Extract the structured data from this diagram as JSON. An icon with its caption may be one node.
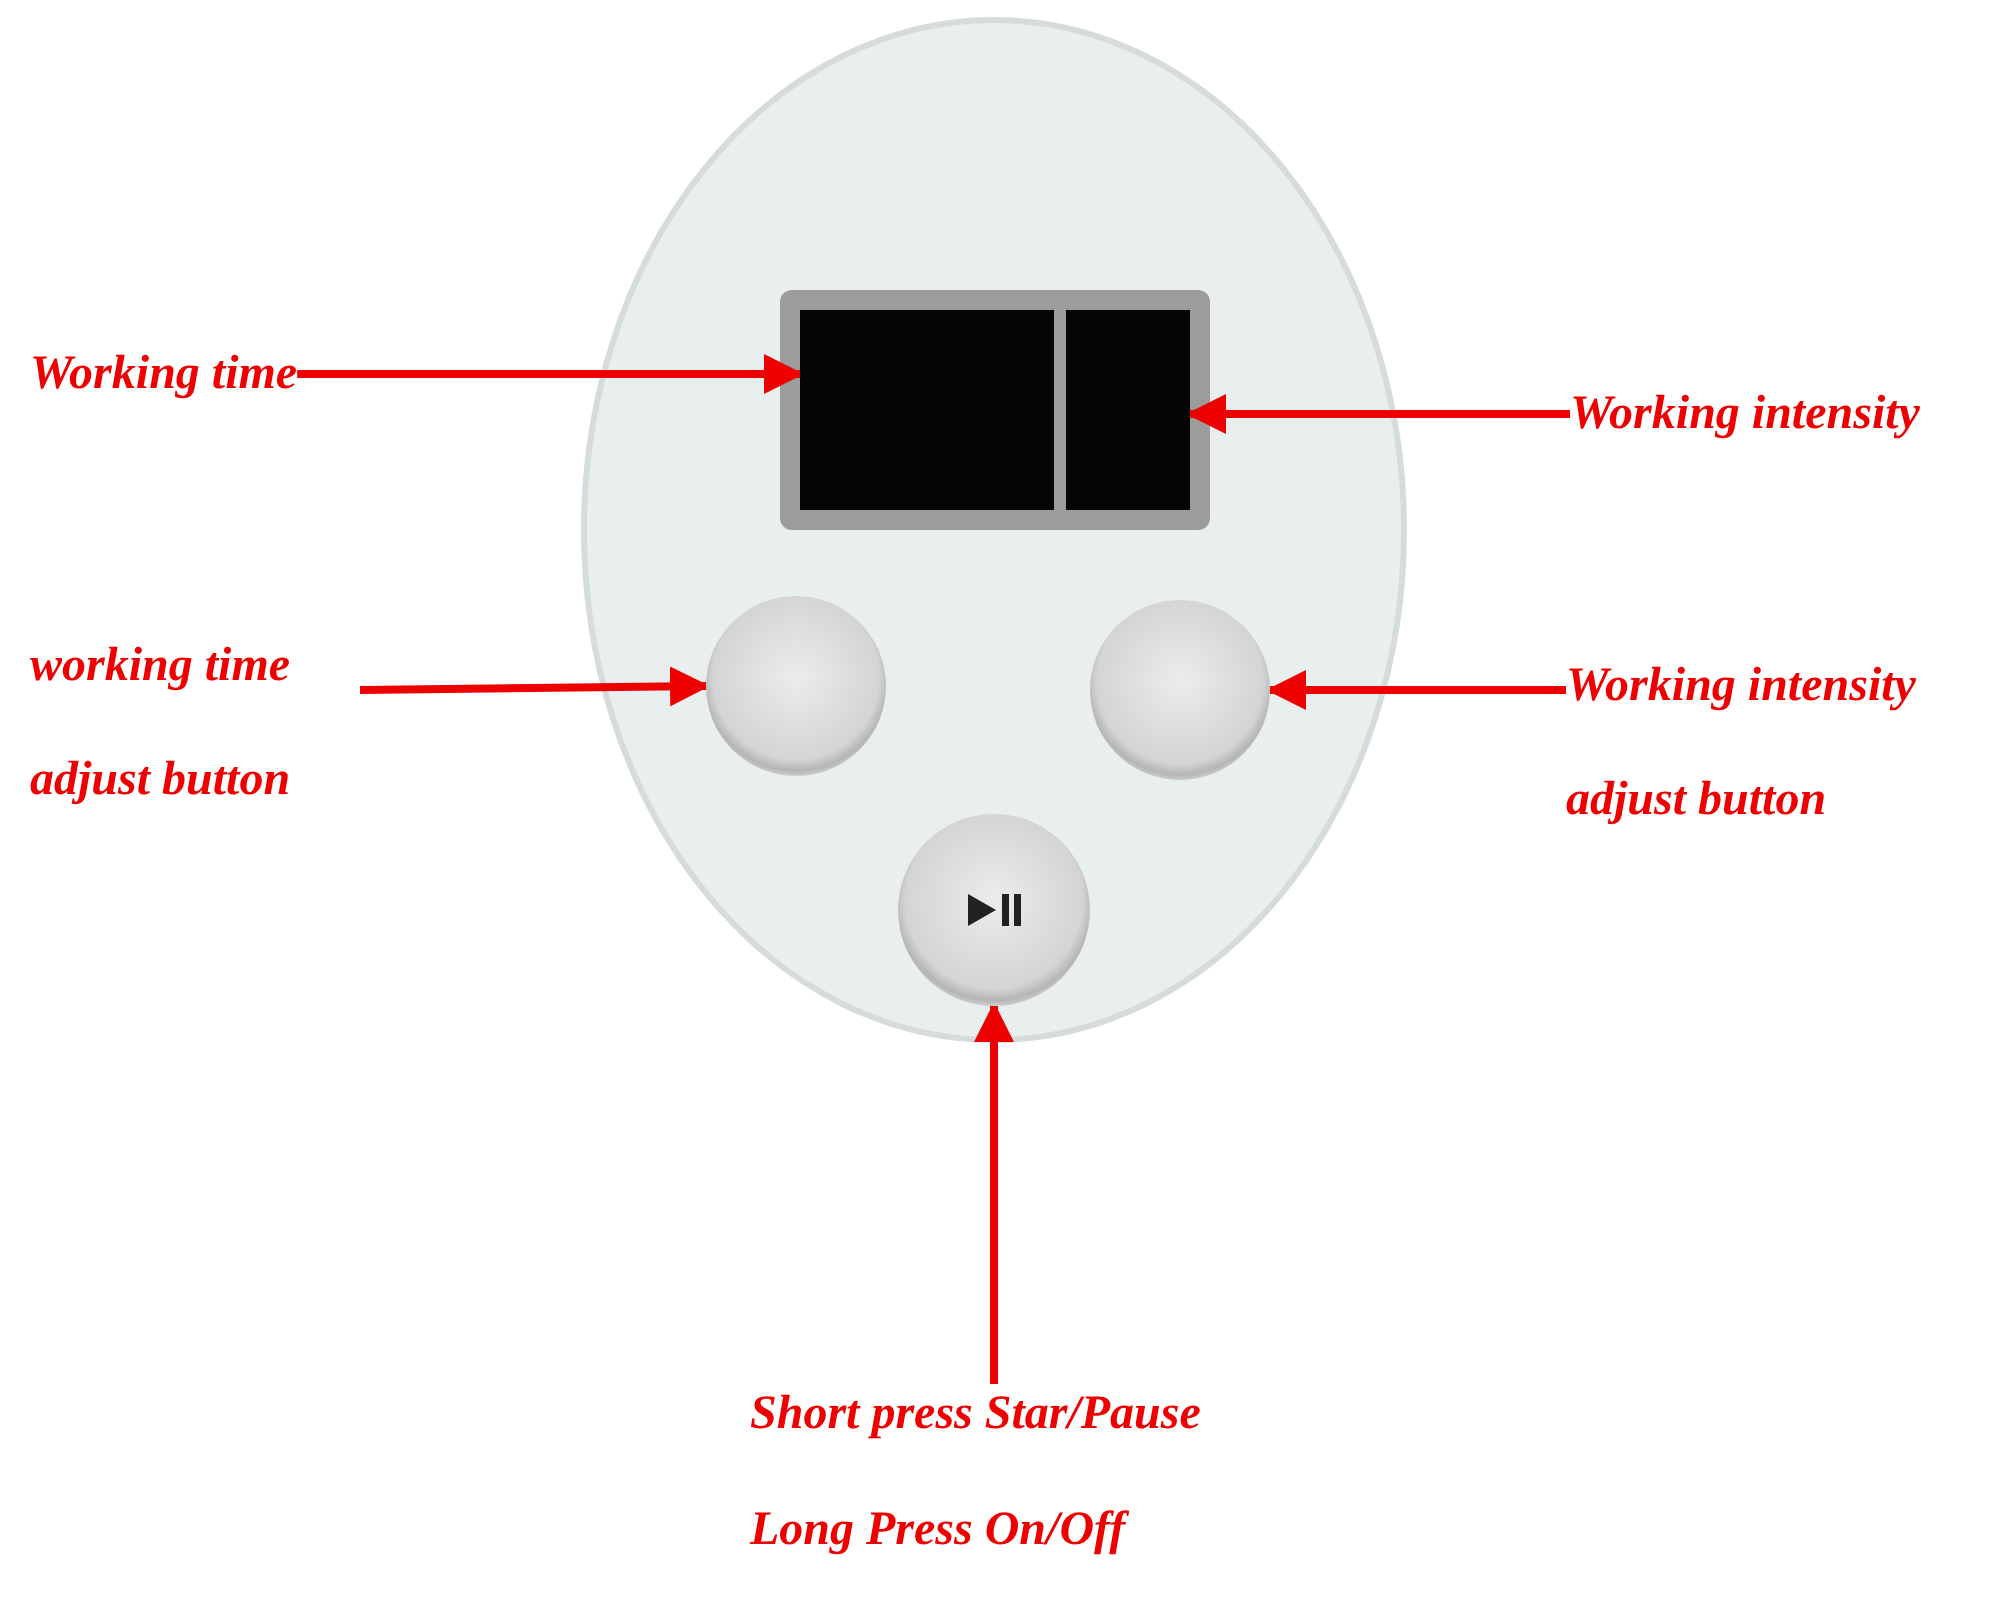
{
  "diagram": {
    "nodes": [
      {
        "text": [
          "Working time"
        ]
      },
      {
        "text": [],
        "shape": "box"
      },
      {
        "text": [
          "Working intensity"
        ]
      },
      {
        "text": [],
        "shape": "box"
      },
      {
        "text": [
          "working time adjust button"
        ]
      },
      {
        "text": [],
        "shape": "circle"
      },
      {
        "text": [
          "Working intensity adjust button"
        ]
      },
      {
        "text": [],
        "shape": "circle"
      },
      {
        "text": [],
        "shape": "circle"
      },
      {
        "text": [
          "Short press Star/Pause",
          "Long Press On/Off"
        ]
      }
    ],
    "edges": [
      {
        "from": 0,
        "to": 1,
        "arrow": "to"
      },
      {
        "from": 2,
        "to": 3,
        "arrow": "to"
      },
      {
        "from": 4,
        "to": 5,
        "arrow": "to"
      },
      {
        "from": 6,
        "to": 7,
        "arrow": "to"
      },
      {
        "from": 9,
        "to": 8,
        "arrow": "to"
      }
    ]
  }
}
